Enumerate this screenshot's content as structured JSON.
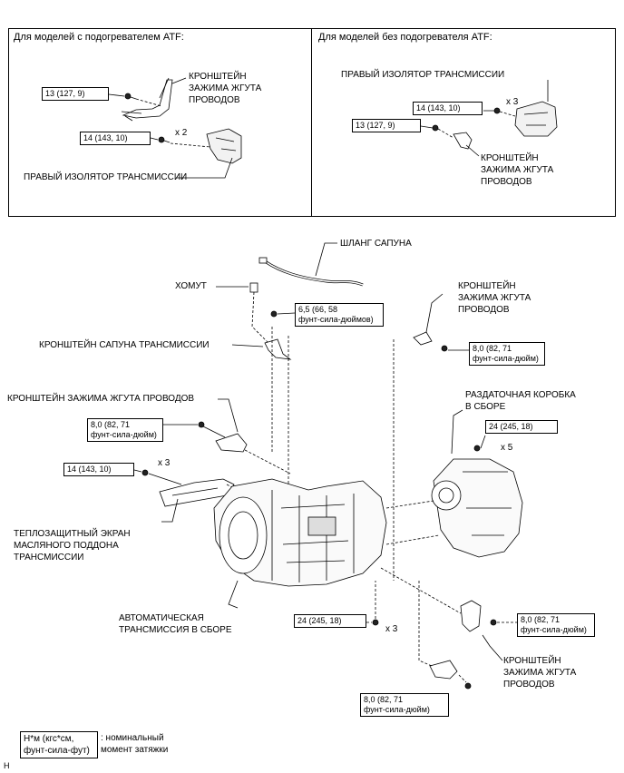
{
  "top_panels": {
    "left_header": "Для моделей с подогревателем ATF:",
    "right_header": "Для моделей без подогревателя ATF:",
    "left": {
      "bracket_label": "КРОНШТЕЙН\nЗАЖИМА ЖГУТА\nПРОВОДОВ",
      "torque_13": "13 (127, 9)",
      "torque_14": "14 (143, 10)",
      "mult_x2": "x 2",
      "isolator_label": "ПРАВЫЙ ИЗОЛЯТОР ТРАНСМИССИИ"
    },
    "right": {
      "isolator_label": "ПРАВЫЙ ИЗОЛЯТОР ТРАНСМИССИИ",
      "torque_14": "14 (143, 10)",
      "mult_x3": "x 3",
      "torque_13": "13 (127, 9)",
      "bracket_label": "КРОНШТЕЙН\nЗАЖИМА ЖГУТА\nПРОВОДОВ"
    }
  },
  "main": {
    "breather_hose": "ШЛАНГ САПУНА",
    "clamp": "ХОМУТ",
    "torque_6_5": "6,5 (66, 58\nфунт-сила-дюймов)",
    "breather_bracket": "КРОНШТЕЙН САПУНА ТРАНСМИССИИ",
    "harness_bracket_left": "КРОНШТЕЙН ЗАЖИМА ЖГУТА ПРОВОДОВ",
    "torque_8_left": "8,0 (82, 71\nфунт-сила-дюйм)",
    "torque_14": "14 (143, 10)",
    "mult_x3_left": "x 3",
    "heat_shield": "ТЕПЛОЗАЩИТНЫЙ ЭКРАН\nМАСЛЯНОГО ПОДДОНА\nТРАНСМИССИИ",
    "auto_trans": "АВТОМАТИЧЕСКАЯ\nТРАНСМИССИЯ В СБОРЕ",
    "harness_bracket_right_top": "КРОНШТЕЙН\nЗАЖИМА ЖГУТА\nПРОВОДОВ",
    "torque_8_right_top": "8,0 (82, 71\nфунт-сила-дюйм)",
    "transfer_case": "РАЗДАТОЧНАЯ КОРОБКА\nВ СБОРЕ",
    "torque_24_right": "24 (245, 18)",
    "mult_x5": "x 5",
    "torque_24_bottom": "24 (245, 18)",
    "mult_x3_bottom": "x 3",
    "torque_8_right_mid": "8,0 (82, 71\nфунт-сила-дюйм)",
    "harness_bracket_bottom": "КРОНШТЕЙН\nЗАЖИМА ЖГУТА\nПРОВОДОВ",
    "torque_8_bottom": "8,0 (82, 71\nфунт-сила-дюйм)"
  },
  "legend": {
    "box": "Н*м (кгс*см,\nфунт-сила-фут)",
    "text": ": номинальный\nмомент затяжки",
    "corner_letter": "H"
  }
}
